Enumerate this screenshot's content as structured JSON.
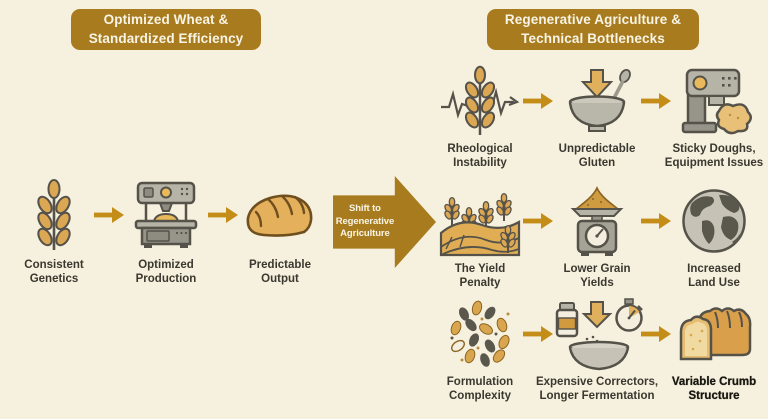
{
  "background_color": "#f6f0de",
  "accent_color": "#a87c1e",
  "arrow_color": "#c38d18",
  "icon_outline_color": "#55524a",
  "grain_gold_color": "#dca752",
  "header": {
    "left_title": "Optimized Wheat & Standardized Efficiency",
    "right_title": "Regenerative Agriculture & Technical Bottlenecks"
  },
  "center_arrow": {
    "label": "Shift to Regenerative Agriculture"
  },
  "left_flow": {
    "items": [
      {
        "icon": "wheat-icon",
        "label": "Consistent Genetics"
      },
      {
        "icon": "production-machine-icon",
        "label": "Optimized Production"
      },
      {
        "icon": "bread-loaf-icon",
        "label": "Predictable Output"
      }
    ]
  },
  "right_flows": {
    "rows": [
      {
        "items": [
          {
            "icon": "wheat-waveform-icon",
            "label": "Rheological Instability"
          },
          {
            "icon": "dough-bowl-icon",
            "label": "Unpredictable Gluten"
          },
          {
            "icon": "mixer-sticky-dough-icon",
            "label": "Sticky Doughs, Equipment Issues"
          }
        ]
      },
      {
        "items": [
          {
            "icon": "wheat-field-icon",
            "label": "The Yield Penalty"
          },
          {
            "icon": "grain-scale-icon",
            "label": "Lower Grain Yields"
          },
          {
            "icon": "globe-icon",
            "label": "Increased Land Use"
          }
        ]
      },
      {
        "items": [
          {
            "icon": "seeds-icon",
            "label": "Formulation Complexity"
          },
          {
            "icon": "correctors-bowl-icon",
            "label": "Expensive Correctors, Longer Fermentation"
          },
          {
            "icon": "sliced-bread-icon",
            "label": "Variable Crumb Structure"
          }
        ]
      }
    ]
  }
}
